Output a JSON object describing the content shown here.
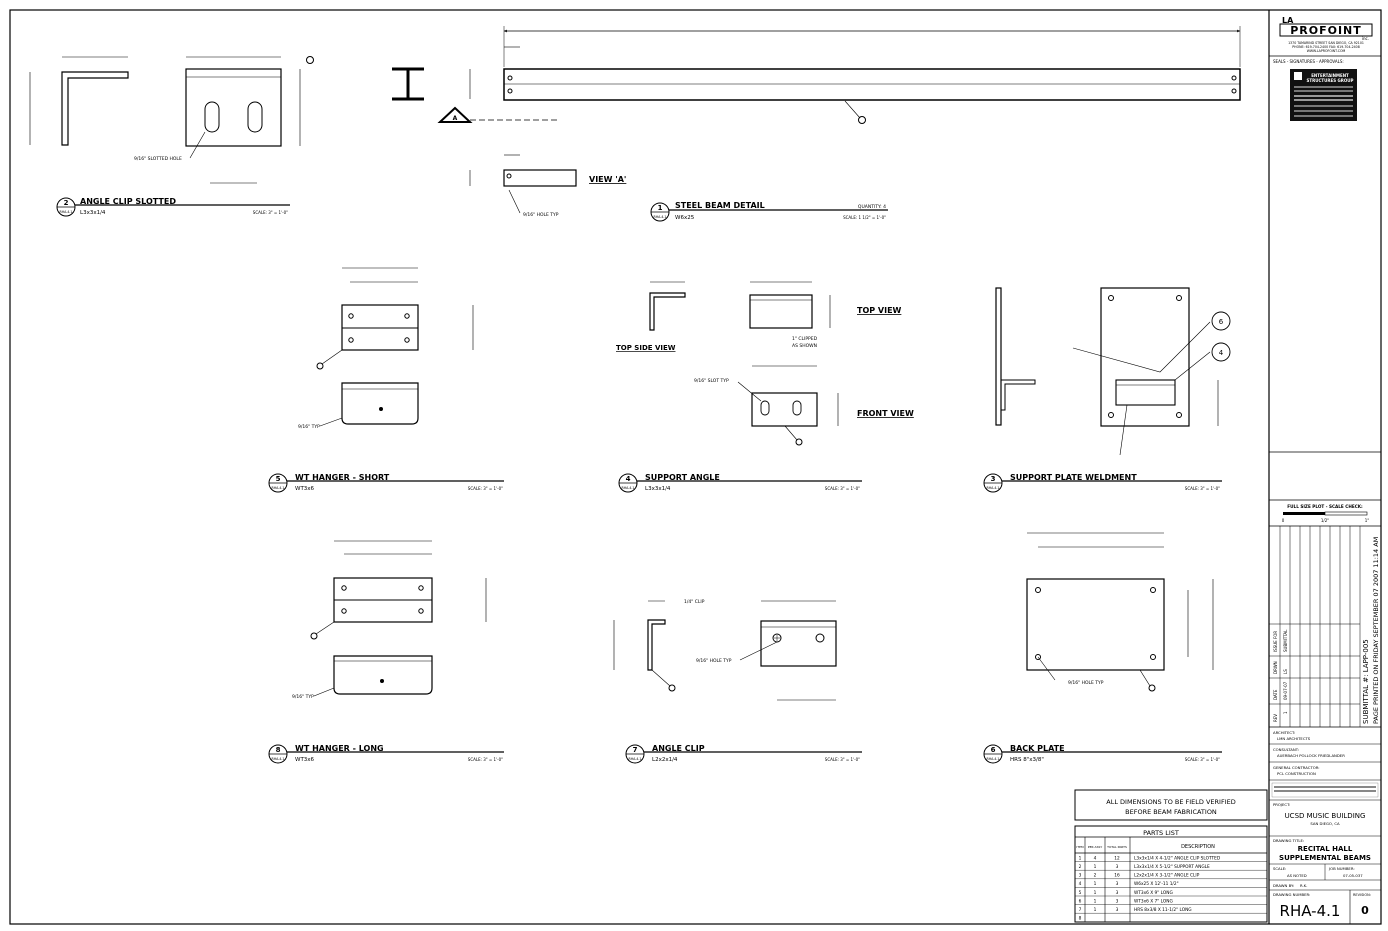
{
  "details": {
    "d1": {
      "num": "1",
      "sheet": "RHA-4.1",
      "title": "STEEL BEAM DETAIL",
      "sub": "W6x25",
      "scale": "SCALE: 1 1/2\" = 1'-0\"",
      "qty": "QUANTITY: 4",
      "view_a": "VIEW 'A'",
      "hole": "9/16\" HOLE TYP",
      "section": "A"
    },
    "d2": {
      "num": "2",
      "sheet": "RHA-4.1",
      "title": "ANGLE CLIP SLOTTED",
      "sub": "L3x3x1/4",
      "scale": "SCALE: 3\" = 1'-0\"",
      "slot": "9/16\" SLOTTED HOLE"
    },
    "d3": {
      "num": "3",
      "sheet": "RHA-4.1",
      "title": "SUPPORT PLATE WELDMENT",
      "scale": "SCALE: 3\" = 1'-0\"",
      "callout_a": "6",
      "callout_b": "4"
    },
    "d4": {
      "num": "4",
      "sheet": "RHA-4.1",
      "title": "SUPPORT ANGLE",
      "sub": "L3x3x1/4",
      "scale": "SCALE: 3\" = 1'-0\"",
      "top_view": "TOP VIEW",
      "top_side_view": "TOP SIDE VIEW",
      "front_view": "FRONT VIEW",
      "clipped": "1\" CLIPPED",
      "as_shown": "AS SHOWN",
      "slot": "9/16\" SLOT TYP"
    },
    "d5": {
      "num": "5",
      "sheet": "RHA-4.1",
      "title": "WT HANGER - SHORT",
      "sub": "WT3x6",
      "scale": "SCALE: 3\" = 1'-0\"",
      "typ": "9/16\" TYP"
    },
    "d6": {
      "num": "6",
      "sheet": "RHA-4.1",
      "title": "BACK PLATE",
      "sub": "HRS 8\"x3/8\"",
      "scale": "SCALE: 3\" = 1'-0\"",
      "hole": "9/16\" HOLE TYP"
    },
    "d7": {
      "num": "7",
      "sheet": "RHA-4.1",
      "title": "ANGLE CLIP",
      "sub": "L2x2x1/4",
      "scale": "SCALE: 3\" = 1'-0\"",
      "clip": "1/4\" CLIP",
      "hole": "9/16\" HOLE TYP"
    },
    "d8": {
      "num": "8",
      "sheet": "RHA-4.1",
      "title": "WT HANGER - LONG",
      "sub": "WT3x6",
      "scale": "SCALE: 3\" = 1'-0\"",
      "typ": "9/16\" TYP"
    }
  },
  "note": {
    "line1": "ALL DIMENSIONS TO BE FIELD VERIFIED",
    "line2": "BEFORE BEAM FABRICATION"
  },
  "parts_list": {
    "title": "PARTS LIST",
    "header": {
      "item": "ITEM",
      "per_assy": "PER ASSY",
      "total_parts": "TOTAL PARTS",
      "description": "DESCRIPTION"
    },
    "rows": [
      {
        "item": "1",
        "per": "4",
        "total": "12",
        "desc": "L3x3x1/4 X 4-1/2\" ANGLE CLIP SLOTTED"
      },
      {
        "item": "2",
        "per": "1",
        "total": "3",
        "desc": "L3x3x1/4 X 5-1/2\" SUPPORT ANGLE"
      },
      {
        "item": "3",
        "per": "2",
        "total": "16",
        "desc": "L2x2x1/4 X 3-1/2\" ANGLE CLIP"
      },
      {
        "item": "4",
        "per": "1",
        "total": "3",
        "desc": "W6x25 X 12'-11 1/2\""
      },
      {
        "item": "5",
        "per": "1",
        "total": "3",
        "desc": "WT3x6 X 9\" LONG"
      },
      {
        "item": "6",
        "per": "1",
        "total": "3",
        "desc": "WT3x6 X 7\" LONG"
      },
      {
        "item": "7",
        "per": "1",
        "total": "3",
        "desc": "HRS 8x3/8 X 11-1/2\" LONG"
      },
      {
        "item": "8",
        "per": "",
        "total": "",
        "desc": ""
      }
    ]
  },
  "title_block": {
    "company_prefix": "LA",
    "company": "PROFOINT",
    "company_suffix": "inc.",
    "address": "1370 TAMARIND STREET  SAN DIEGO, CA 92101",
    "phone": "PHONE: 619-704-2400  FAX: 619-704-2408",
    "web": "WWW.LAPROFOINT.COM",
    "seals_label": "SEALS - SIGNATURES - APPROVALS:",
    "stamp_line1": "ENTERTAINMENT",
    "stamp_line2": "STRUCTURES GROUP",
    "full_size": "FULL SIZE PLOT - SCALE CHECK:",
    "scale_ticks": [
      "0",
      "1/2\"",
      "1\""
    ],
    "rev_cols": {
      "rev": "REV",
      "date": "DATE",
      "drawn": "DRWN",
      "issue": "ISSUE FOR"
    },
    "rev_row": {
      "rev": "1",
      "date": "09-07-07",
      "drawn": "LS",
      "issue": "SUBMITTAL"
    },
    "submittal": "SUBMITTAL #: LAPP-005",
    "printed": "PAGE PRINTED ON FRIDAY SEPTEMBER 07 2007 11:14 AM",
    "architect_label": "ARCHITECT:",
    "architect": "LMN ARCHITECTS",
    "consultant_label": "CONSULTANT:",
    "consultant": "AUERBACH POLLOCK FRIEDLANDER",
    "gc_label": "GENERAL CONTRACTOR:",
    "gc": "PCL CONSTRUCTION",
    "project_label": "PROJECT:",
    "project": "UCSD MUSIC BUILDING",
    "project_city": "SAN DIEGO, CA",
    "drawing_title_label": "DRAWING TITLE:",
    "drawing_title_1": "RECITAL HALL",
    "drawing_title_2": "SUPPLEMENTAL BEAMS",
    "scale_label": "SCALE:",
    "scale": "AS NOTED",
    "job_label": "JOB NUMBER:",
    "job": "07-05-037",
    "drawn_label": "DRAWN BY:",
    "drawn": "R.K.",
    "drawing_number_label": "DRAWING NUMBER:",
    "revision_label": "REVISION:",
    "drawing_number": "RHA-4.1",
    "revision": "0"
  }
}
